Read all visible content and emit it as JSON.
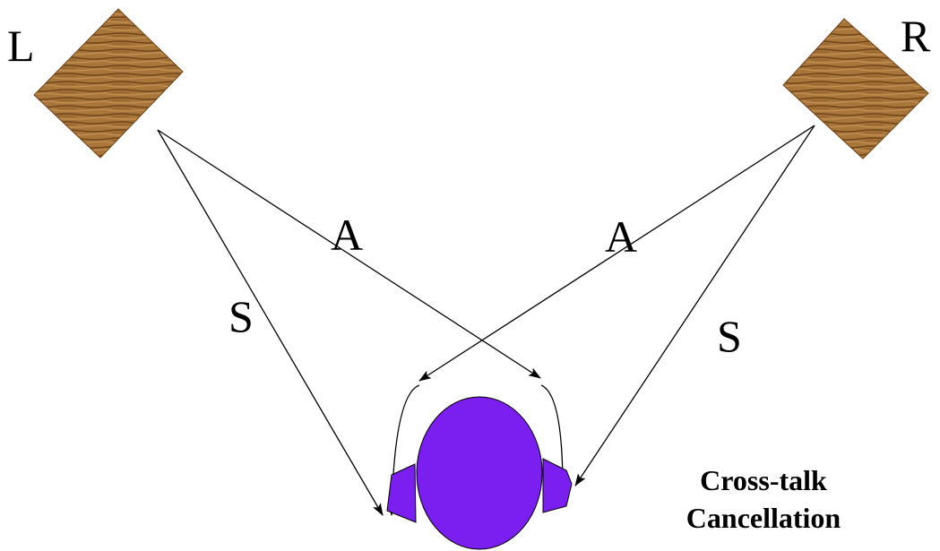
{
  "diagram": {
    "labels": {
      "left_speaker": "L",
      "right_speaker": "R",
      "cross_path_left": "A",
      "cross_path_right": "A",
      "direct_path_left": "S",
      "direct_path_right": "S"
    },
    "caption": {
      "line1": "Cross-talk",
      "line2": "Cancellation"
    },
    "colors": {
      "speaker_wood": "#a9763a",
      "speaker_grain": "#6e4418",
      "head_fill": "#7b1ef0",
      "head_stroke": "#000000",
      "line": "#000000",
      "text": "#000000",
      "background": "#ffffff"
    }
  }
}
